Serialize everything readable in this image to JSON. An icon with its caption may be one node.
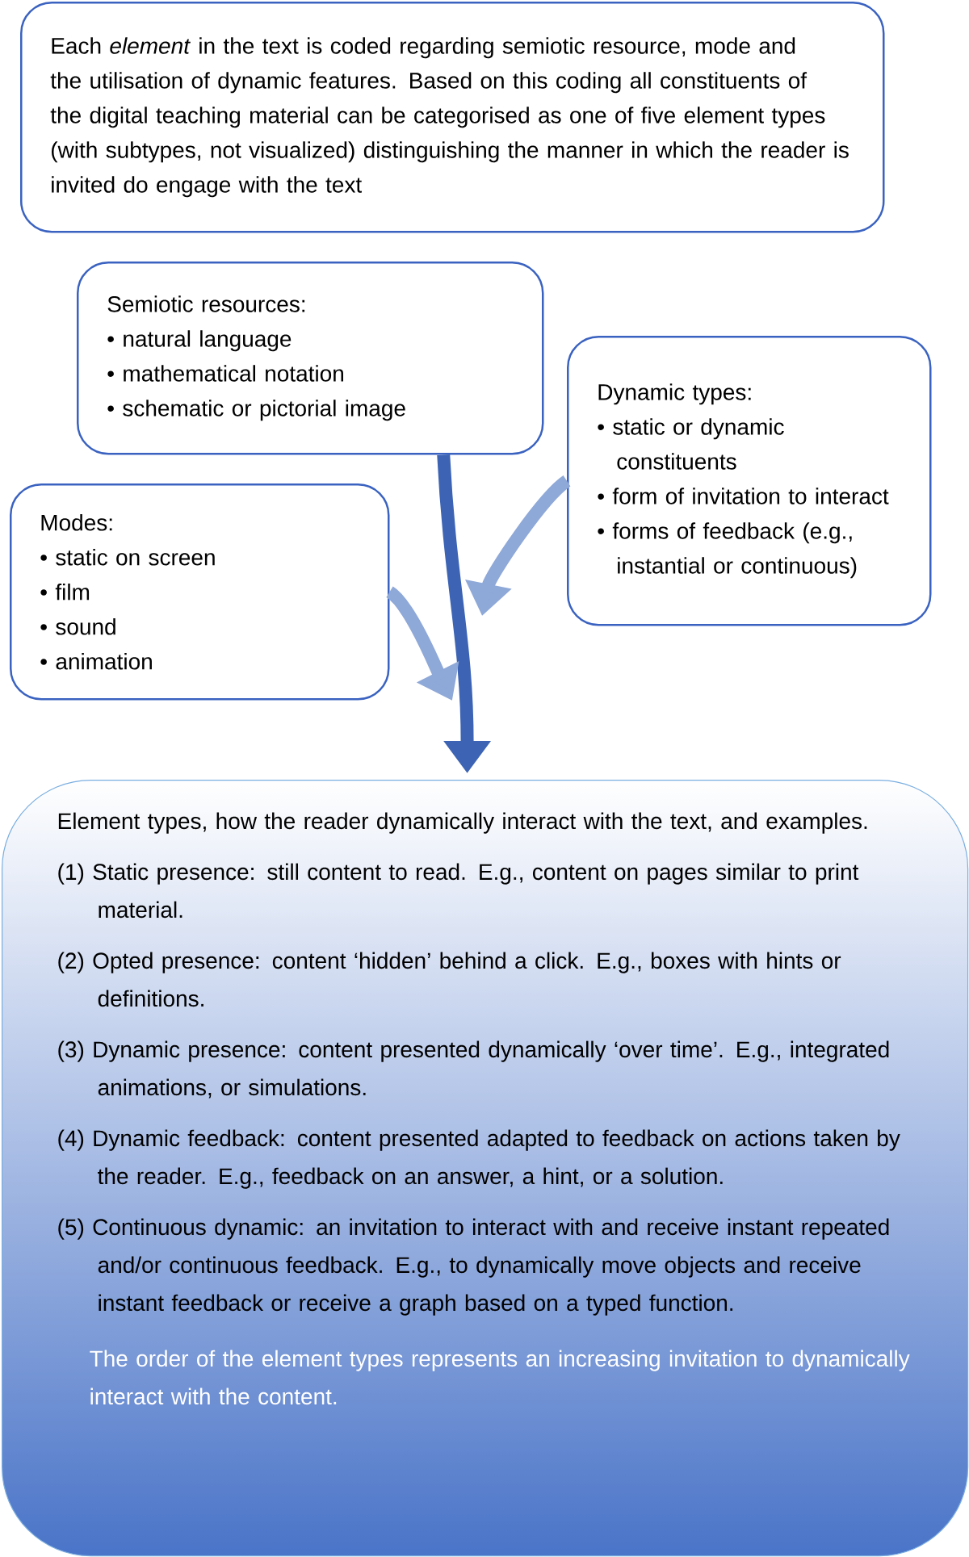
{
  "diagram": {
    "nodes": [
      {
        "text": [
          "Each *element* in the text is coded regarding semiotic resource, mode and the utilisation of dynamic features. Based on this coding all constituents of the digital teaching material can be categorised as one of five element types (with subtypes, not visualized) distinguishing the manner in which the reader is invited do engage with the text"
        ]
      },
      {
        "text": [
          "Semiotic resources:",
          "• natural language",
          "• mathematical notation",
          "• schematic or pictorial image"
        ]
      },
      {
        "text": [
          "Dynamic types:",
          "• static or dynamic constituents",
          "• form of invitation to interact",
          "• forms of feedback (e.g., instantial or continuous)"
        ]
      },
      {
        "text": [
          "Modes:",
          "• static on screen",
          "• film",
          "• sound",
          "• animation"
        ]
      },
      {
        "text": [
          "Element types, how the reader dynamically interact with the text, and examples.",
          "(1) Static presence: still content to read. E.g., content on pages similar to print material.",
          "(2) Opted presence: content ‘hidden’ behind a click. E.g., boxes with hints or definitions.",
          "(3) Dynamic presence: content presented dynamically ‘over time’. E.g., integrated animations, or simulations.",
          "(4) Dynamic feedback: content presented adapted to feedback on actions taken by the reader. E.g., feedback on an answer, a hint, or a solution.",
          "(5) Continuous dynamic: an invitation to interact with and receive instant repeated and/or continuous feedback. E.g., to dynamically move objects and receive instant feedback or receive a graph based on a typed function.",
          "The order of the element types represents an increasing invitation to dynamically interact with the content."
        ]
      }
    ],
    "edges": [
      {
        "from": 1,
        "to": 4,
        "arrow": "to",
        "color": "#3d64b4"
      },
      {
        "from": 3,
        "to": null,
        "arrow": "to"
      },
      {
        "from": 2,
        "to": null,
        "arrow": "to"
      }
    ]
  }
}
